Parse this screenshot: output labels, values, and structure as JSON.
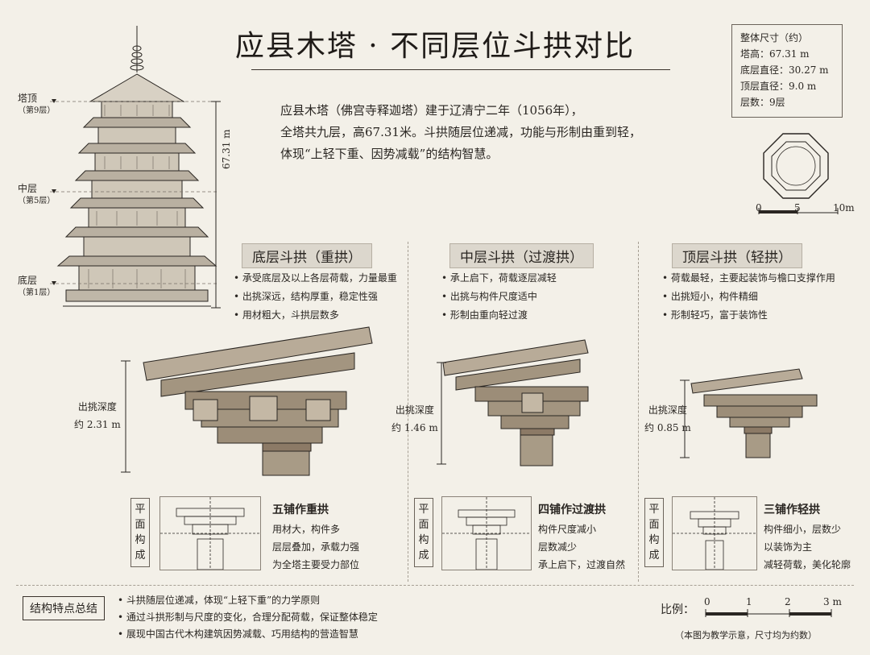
{
  "title": "应县木塔 · 不同层位斗拱对比",
  "intro": [
    "应县木塔（佛宫寺释迦塔）建于辽清宁二年（1056年），",
    "全塔共九层，高67.31米。斗拱随层位递减，功能与形制由重到轻，",
    "体现“上轻下重、因势减载”的结构智慧。"
  ],
  "dimensions": {
    "heading": "整体尺寸（约）",
    "rows": [
      "塔高：67.31 m",
      "底层直径：30.27 m",
      "顶层直径：9.0 m",
      "层数：9层"
    ]
  },
  "octagon_scale": {
    "ticks": [
      "0",
      "5",
      "10m"
    ]
  },
  "tower": {
    "height_label": "67.31 m",
    "levels": [
      {
        "name": "塔顶",
        "sub": "（第9层）"
      },
      {
        "name": "中层",
        "sub": "（第5层）"
      },
      {
        "name": "底层",
        "sub": "（第1层）"
      }
    ]
  },
  "sections": [
    {
      "heading": "底层斗拱（重拱）",
      "bullets": [
        "承受底层及以上各层荷载，力量最重",
        "出挑深远，结构厚重，稳定性强",
        "用材粗大，斗拱层数多"
      ],
      "depth": [
        "出挑深度",
        "约 2.31 m"
      ],
      "plan_tag": "平面构成",
      "plan_title": "五铺作重拱",
      "plan_desc": [
        "用材大，构件多",
        "层层叠加，承载力强",
        "为全塔主要受力部位"
      ]
    },
    {
      "heading": "中层斗拱（过渡拱）",
      "bullets": [
        "承上启下，荷载逐层减轻",
        "出挑与构件尺度适中",
        "形制由重向轻过渡"
      ],
      "depth": [
        "出挑深度",
        "约 1.46 m"
      ],
      "plan_tag": "平面构成",
      "plan_title": "四铺作过渡拱",
      "plan_desc": [
        "构件尺度减小",
        "层数减少",
        "承上启下，过渡自然"
      ]
    },
    {
      "heading": "顶层斗拱（轻拱）",
      "bullets": [
        "荷载最轻，主要起装饰与檐口支撑作用",
        "出挑短小，构件精细",
        "形制轻巧，富于装饰性"
      ],
      "depth": [
        "出挑深度",
        "约 0.85 m"
      ],
      "plan_tag": "平面构成",
      "plan_title": "三铺作轻拱",
      "plan_desc": [
        "构件细小，层数少",
        "以装饰为主",
        "减轻荷载，美化轮廓"
      ]
    }
  ],
  "summary": {
    "tag": "结构特点总结",
    "items": [
      "斗拱随层位递减，体现“上轻下重”的力学原则",
      "通过斗拱形制与尺度的变化，合理分配荷载，保证整体稳定",
      "展现中国古代木构建筑因势减载、巧用结构的营造智慧"
    ]
  },
  "scale": {
    "label": "比例：",
    "ticks": [
      "0",
      "1",
      "2",
      "3 m"
    ]
  },
  "note": "（本图为教学示意，尺寸均为约数）",
  "colors": {
    "paper": "#f3f0e8",
    "ink": "#2a2622",
    "wood": "#8c7a66",
    "header_bg": "#dcd7cd"
  }
}
